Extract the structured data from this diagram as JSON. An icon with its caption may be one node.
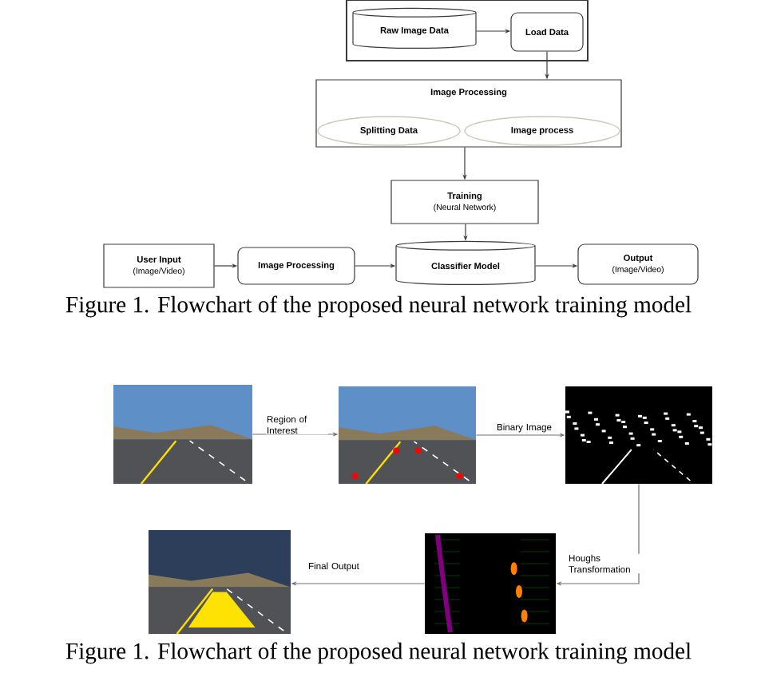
{
  "diagram": {
    "nodes": [
      {
        "text": [],
        "shape": "box"
      },
      {
        "text": [
          "Raw Image Data"
        ],
        "in": 0
      },
      {
        "text": [
          "Load Data"
        ],
        "in": 0
      },
      {
        "text": [
          "Image Processing"
        ]
      },
      {
        "text": [
          "Splitting Data"
        ],
        "in": 3
      },
      {
        "text": [
          "Image process"
        ],
        "in": 3
      },
      {
        "text": [
          "Training",
          "(Neural Network)"
        ]
      },
      {
        "text": [
          "User Input",
          "(Image/Video)"
        ]
      },
      {
        "text": [
          "Image Processing"
        ]
      },
      {
        "text": [
          "Classifier Model"
        ]
      },
      {
        "text": [
          "Output",
          "(Image/Video)"
        ]
      },
      {
        "text": [],
        "shape": "picture"
      },
      {
        "text": [],
        "shape": "picture"
      },
      {
        "text": [],
        "shape": "picture"
      },
      {
        "text": [],
        "shape": "picture"
      },
      {
        "text": [],
        "shape": "picture"
      }
    ],
    "edges": [
      {
        "from": 1,
        "to": 2,
        "arrow": "to"
      },
      {
        "from": 2,
        "to": 3,
        "arrow": "to"
      },
      {
        "from": 3,
        "to": 6,
        "arrow": "to"
      },
      {
        "from": 6,
        "to": 9,
        "arrow": "to"
      },
      {
        "from": 7,
        "to": 8,
        "arrow": "to"
      },
      {
        "from": 8,
        "to": 9,
        "arrow": "to"
      },
      {
        "from": 9,
        "to": 10,
        "arrow": "to"
      },
      {
        "from": 11,
        "to": 12,
        "arrow": "to",
        "label": "Region of Interest",
        "color": "#707070"
      },
      {
        "from": 12,
        "to": 13,
        "arrow": "to",
        "label": "Binary Image",
        "color": "#707070"
      },
      {
        "from": 13,
        "to": 14,
        "arrow": "to",
        "label": "Houghs Transformation",
        "color": "#707070"
      },
      {
        "from": 14,
        "to": 15,
        "arrow": "to",
        "label": "Final Output",
        "color": "#707070"
      }
    ],
    "labels": [
      "Figure 1. Flowchart of the proposed neural network training model",
      "Figure 1. Flowchart of the proposed neural network training model"
    ]
  }
}
